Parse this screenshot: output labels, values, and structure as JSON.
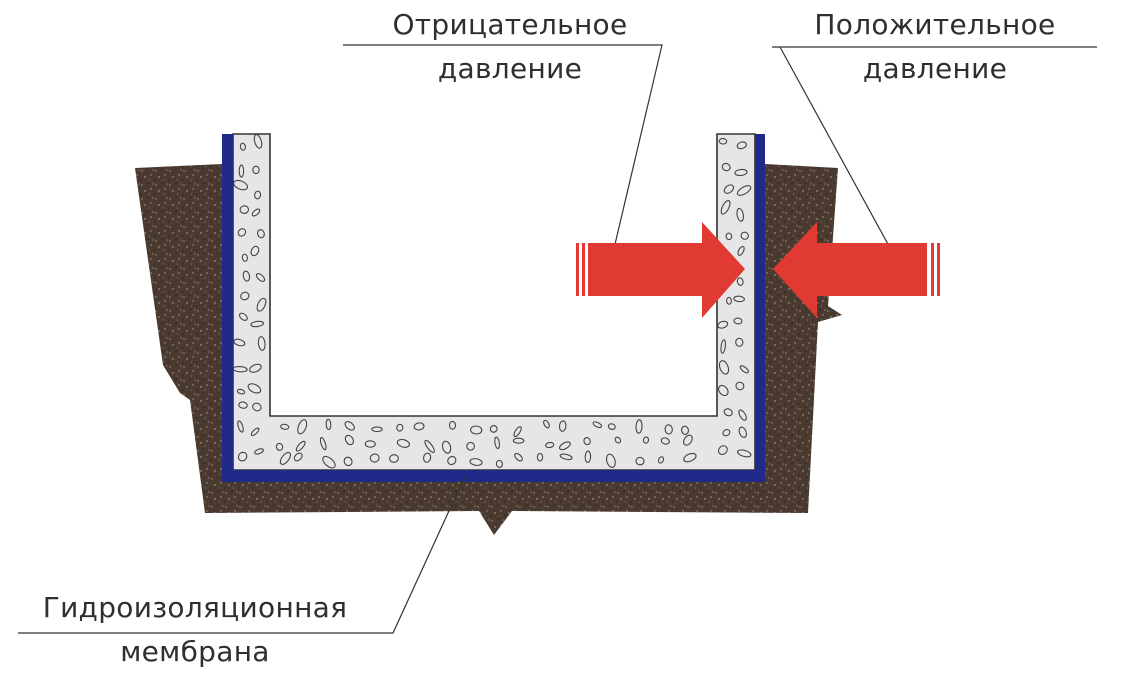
{
  "labels": {
    "negative_pressure": {
      "line1": "Отрицательное",
      "line2": "давление"
    },
    "positive_pressure": {
      "line1": "Положительное",
      "line2": "давление"
    },
    "membrane": {
      "line1": "Гидроизоляционная",
      "line2": "мембрана"
    }
  },
  "colors": {
    "soil": "#4a3a30",
    "concrete": "#e6e6e6",
    "membrane": "#1f2a8a",
    "arrow": "#e03a33",
    "leader_line": "#333333",
    "text": "#2f2f2f"
  }
}
